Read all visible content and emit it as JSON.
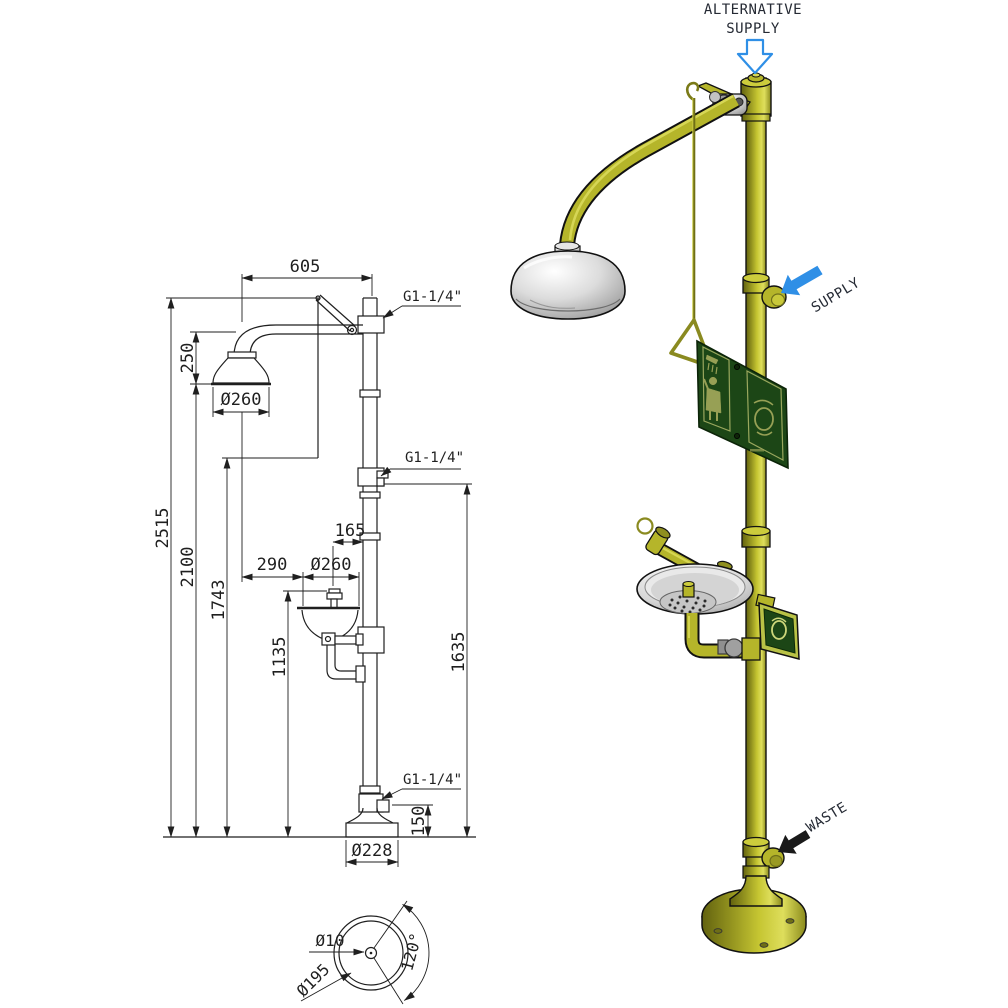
{
  "drawing_2d": {
    "dims": {
      "w605": "605",
      "h250": "250",
      "head_dia": "Ø260",
      "total_height": "2515",
      "h2100": "2100",
      "h1743": "1743",
      "h1135": "1135",
      "w290": "290",
      "bowl_dia": "Ø260",
      "w165": "165",
      "h1635": "1635",
      "h150": "150",
      "base_dia": "Ø228"
    },
    "threads": {
      "top": "G1-1/4\"",
      "middle": "G1-1/4\"",
      "bottom": "G1-1/4\""
    },
    "base_detail": {
      "hole_dia": "Ø10",
      "bolt_circle_dia": "Ø195",
      "angle": "120°"
    }
  },
  "view_3d": {
    "alt_supply_line1": "ALTERNATIVE",
    "alt_supply_line2": "SUPPLY",
    "supply": "SUPPLY",
    "waste": "WASTE"
  },
  "colors": {
    "pole_yellow": "#b5b52a",
    "pole_dark": "#62620f",
    "pole_light": "#dede5c",
    "sign_green": "#1c4616",
    "pictogram_olive": "#97a055",
    "flag_frame": "#b9c246",
    "supply_blue": "#2f8fe6",
    "waste_black": "#1a1a1a",
    "chrome": "#d8d8d8",
    "line": "#1f1f1f"
  }
}
